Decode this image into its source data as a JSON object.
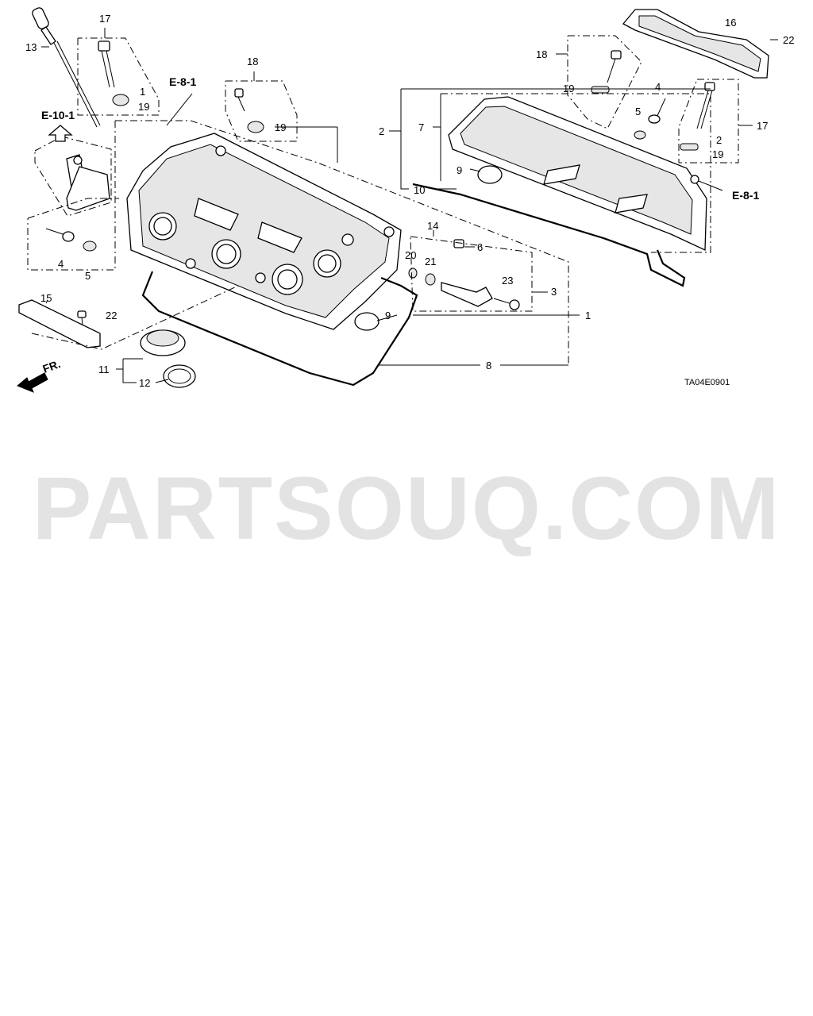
{
  "diagram": {
    "callouts": {
      "c1a": "1",
      "c1b": "1",
      "c2a": "2",
      "c2b": "2",
      "c3": "3",
      "c4a": "4",
      "c4b": "4",
      "c5a": "5",
      "c5b": "5",
      "c6": "6",
      "c7": "7",
      "c8": "8",
      "c9a": "9",
      "c9b": "9",
      "c10": "10",
      "c11": "11",
      "c12": "12",
      "c13": "13",
      "c14": "14",
      "c15": "15",
      "c16": "16",
      "c17a": "17",
      "c17b": "17",
      "c18a": "18",
      "c18b": "18",
      "c19a": "19",
      "c19b": "19",
      "c19c": "19",
      "c19d": "19",
      "c20": "20",
      "c21": "21",
      "c22a": "22",
      "c22b": "22",
      "c23": "23"
    },
    "refs": {
      "e81_left": "E-8-1",
      "e81_right": "E-8-1",
      "e101": "E-10-1"
    },
    "front_marker": "FR.",
    "drawing_code": "TA04E0901"
  },
  "watermark": "PARTSOUQ.COM"
}
